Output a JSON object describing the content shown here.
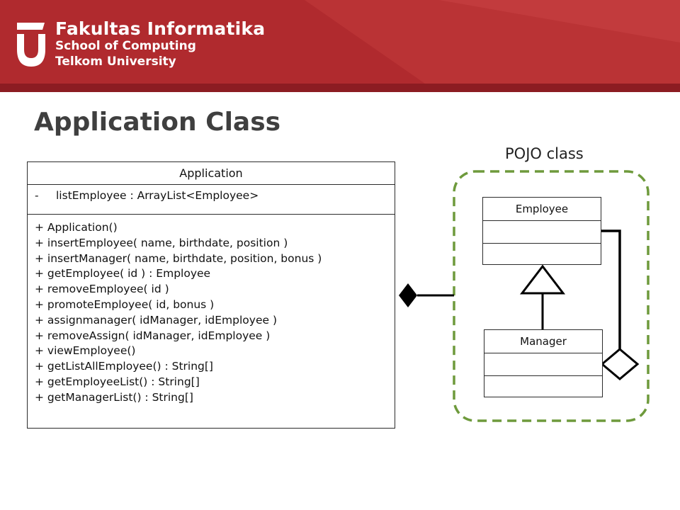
{
  "header": {
    "line1": "Fakultas Informatika",
    "line2": "School of Computing",
    "line3": "Telkom University",
    "logo_icon": "telkom-university-logo",
    "band_color": "#b02a2e",
    "band_dark": "#8c1c22"
  },
  "title": "Application Class",
  "application_class": {
    "name": "Application",
    "attributes": [
      {
        "visibility": "-",
        "text": "listEmployee : ArrayList<Employee>"
      }
    ],
    "operations": [
      "+ Application()",
      "+ insertEmployee( name, birthdate, position )",
      "+ insertManager( name, birthdate, position, bonus )",
      "+ getEmployee( id ) : Employee",
      "+ removeEmployee( id )",
      "+ promoteEmployee( id, bonus )",
      "+ assignmanager( idManager, idEmployee )",
      "+ removeAssign( idManager, idEmployee )",
      "+ viewEmployee()",
      "+ getListAllEmployee() : String[]",
      "+ getEmployeeList() : String[]",
      "+ getManagerList() : String[]"
    ]
  },
  "pojo": {
    "label": "POJO class",
    "border_color": "#6e9a3c",
    "employee_class": {
      "name": "Employee"
    },
    "manager_class": {
      "name": "Manager"
    }
  },
  "relations": [
    {
      "type": "composition",
      "from": "Application",
      "to": "POJO class"
    },
    {
      "type": "generalization",
      "from": "Manager",
      "to": "Employee"
    },
    {
      "type": "aggregation",
      "from": "Manager",
      "to": "Employee"
    }
  ]
}
